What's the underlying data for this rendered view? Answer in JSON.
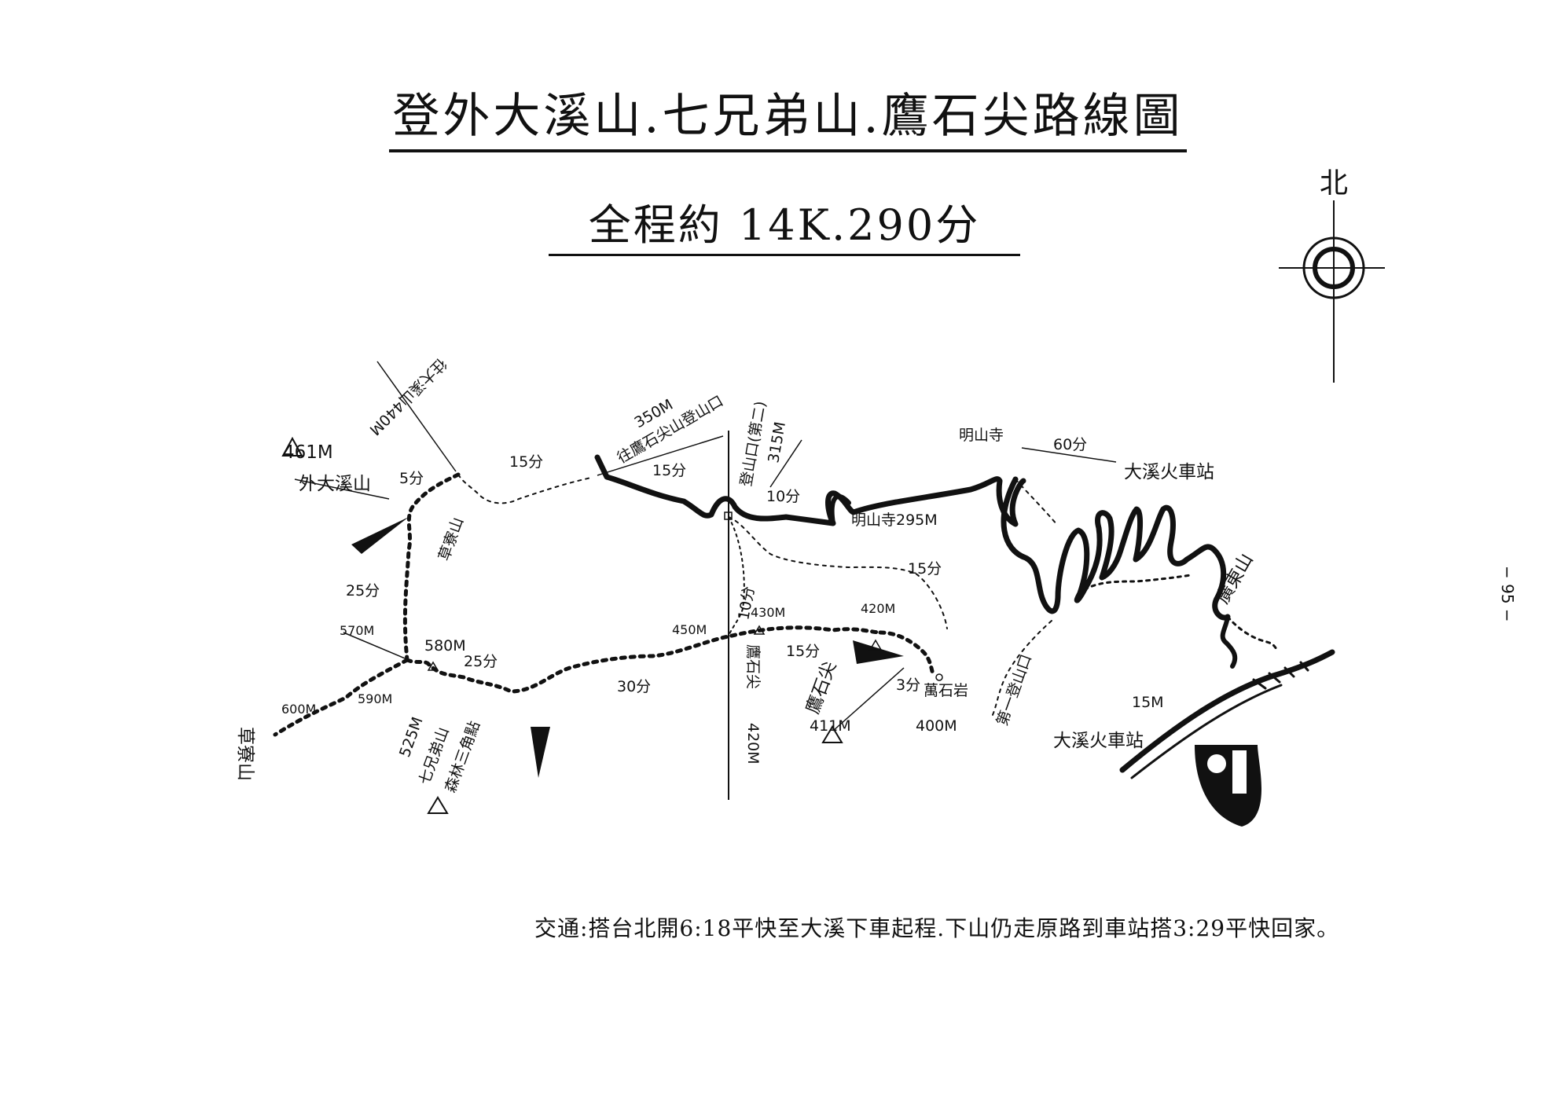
{
  "title": "登外大溪山.七兄弟山.鷹石尖路線圖",
  "subtitle": "全程約 14K.290分",
  "compass": {
    "label": "北"
  },
  "page_number": "− 95 −",
  "transport_note": "交通:搭台北開6:18平快至大溪下車起程.下山仍走原路到車站搭3:29平快回家。",
  "map": {
    "peaks": {
      "wai_daxi_elev": "461M",
      "wai_daxi_name": "外大溪山",
      "seven_brothers_elev": "525M",
      "seven_brothers_name": "七兄弟山",
      "seven_brothers_marker": "森林三角點",
      "yingshijian_name": "鷹石尖",
      "yingshijian_elev": "411M",
      "wanshiyan_name": "萬石岩",
      "wanshiyan_elev": "400M"
    },
    "places": {
      "mingshan_temple": "明山寺295M",
      "mingshan_temple_top": "明山寺",
      "daxi_station_top": "大溪火車站",
      "daxi_station": "大溪火車站",
      "caoliao_mountain": "草寮山",
      "side_peak": "鷹石尖",
      "trailhead_2": "登山口(第二)",
      "trailhead_2_elev": "315M",
      "trailhead_1": "第一登山口",
      "to_yingshi_trailhead": "往鷹石尖山登山口",
      "to_yingshi_elev": "350M",
      "nw_trail": "往大溪山440M",
      "guangdong": "廣東山",
      "kuan_elev": "420M",
      "station_elev": "15M"
    },
    "elevations": [
      "580M",
      "570M",
      "600M",
      "590M",
      "450M",
      "430M",
      "420M"
    ],
    "times": {
      "t_15_north": "15分",
      "t_15_road": "15分",
      "t_10": "10分",
      "t_5": "5分",
      "t_25_left": "25分",
      "t_25_ridge": "25分",
      "t_30": "30分",
      "t_15_mid": "15分",
      "t_15_right": "15分",
      "t_10_vert": "10分",
      "t_3": "3分",
      "t_60": "60分"
    }
  }
}
